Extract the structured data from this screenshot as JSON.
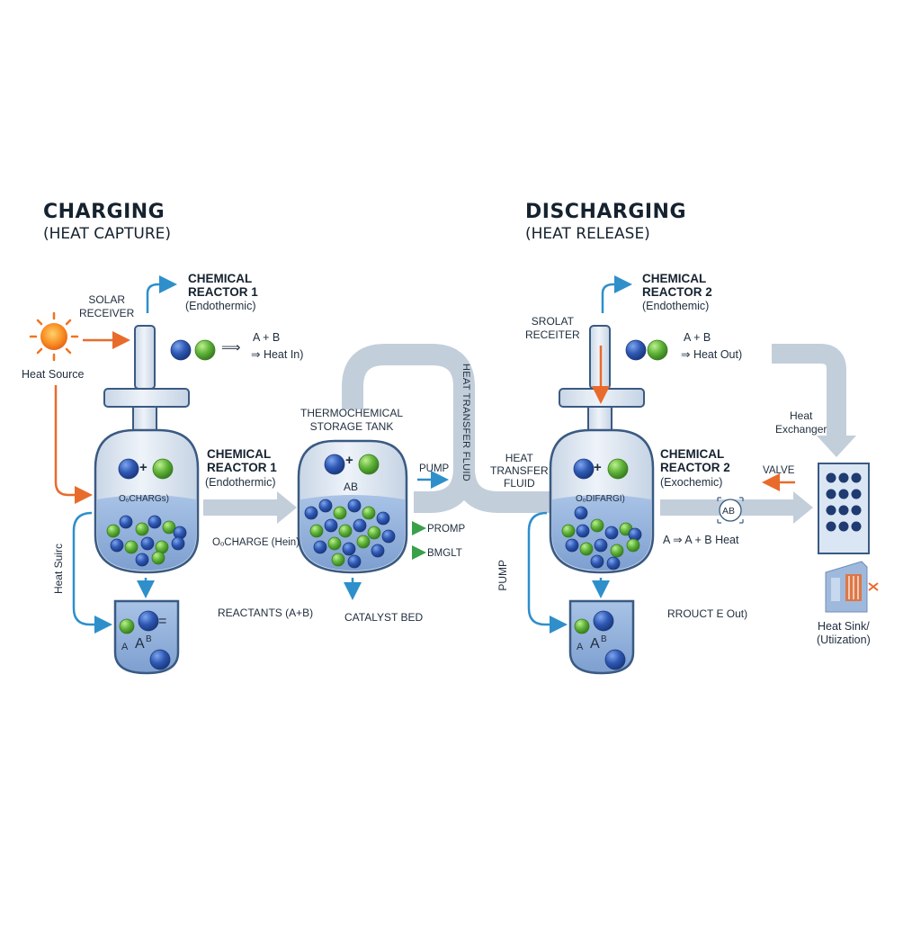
{
  "charging": {
    "title": "CHARGING",
    "subtitle": "(HEAT CAPTURE)",
    "solar_receiver": "SOLAR\nRECEIVER",
    "heat_source": "Heat Source",
    "heat_source_side": "Heat Suirc",
    "top_reactor": {
      "name": "CHEMICAL\nREACTOR 1",
      "mode": "(Endothermic)"
    },
    "top_reaction": {
      "products": "A + B",
      "heat": "⇒ Heat In)",
      "arrow": "⟹"
    },
    "reactor": {
      "name": "CHEMICAL\nREACTOR 1",
      "mode": "(Endothermic)",
      "liquid_label": "OₒCHARGs)"
    },
    "charge_label": "OₒCHARGE (Hein)",
    "reactants_label": "REACTANTS (A+B)",
    "collector": {
      "a": "A",
      "ab": "A",
      "sup": "B",
      "eq": "="
    }
  },
  "storage": {
    "title": "THERMOCHEMICAL\nSTORAGE TANK",
    "ab": "AB",
    "pump": "PUMP",
    "promp": "PROMP",
    "bmglt": "BMGLT",
    "catalyst_bed": "CATALYST BED",
    "fluid_pipe": "HEAT TRANSFER FLUID"
  },
  "discharging": {
    "title": "DISCHARGING",
    "subtitle": "(HEAT RELEASE)",
    "receiver": "SROLAT\nRECEITER",
    "top_reactor": {
      "name": "CHEMICAL\nREACTOR 2",
      "mode": "(Endothemic)"
    },
    "top_reaction": {
      "products": "A + B",
      "heat": "⇒ Heat Out)"
    },
    "transfer_fluid": "HEAT\nTRANSFER\nFLUID",
    "reactor": {
      "name": "CHEMICAL\nREACTOR 2",
      "mode": "(Exochemic)",
      "liquid_label": "OₒDIFARGI)"
    },
    "ab_badge": "AB",
    "reaction": "A ⇒ A + B Heat",
    "pump_side": "PUMP",
    "products_out": "RROUCT E Out)",
    "valve": "VALVE",
    "heat_exchanger": "Heat\nExchanger",
    "heat_sink": "Heat Sink/\n(Utiization)",
    "collector": {
      "a": "A",
      "ab": "A",
      "sup": "B"
    }
  },
  "plus": "+",
  "colors": {
    "vessel_fill": "#dfe8f3",
    "vessel_stroke": "#3a5a82",
    "liquid": "#b3c9e6",
    "blue_ball": "#2f59b5",
    "green_ball": "#5fb33a",
    "orange": "#e86b2c",
    "blue_arrow": "#2e8fcb",
    "pipe": "#c3cedb"
  }
}
